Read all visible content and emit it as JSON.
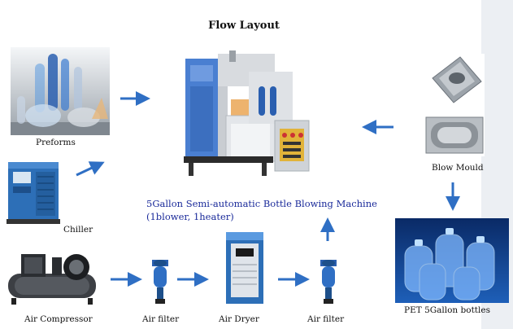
{
  "title": "Flow Layout",
  "machine": {
    "line1": "5Gallon Semi-automatic Bottle Blowing Machine",
    "line2": "(1blower, 1heater)"
  },
  "labels": {
    "preforms": "Preforms",
    "chiller": "Chiller",
    "air_compressor": "Air Compressor",
    "air_filter_1": "Air filter",
    "air_dryer": "Air Dryer",
    "air_filter_2": "Air filter",
    "blow_mould": "Blow Mould",
    "pet_bottles": "PET 5Gallon bottles"
  },
  "colors": {
    "arrow": "#2f6fc4",
    "caption": "#1a2a9a"
  }
}
